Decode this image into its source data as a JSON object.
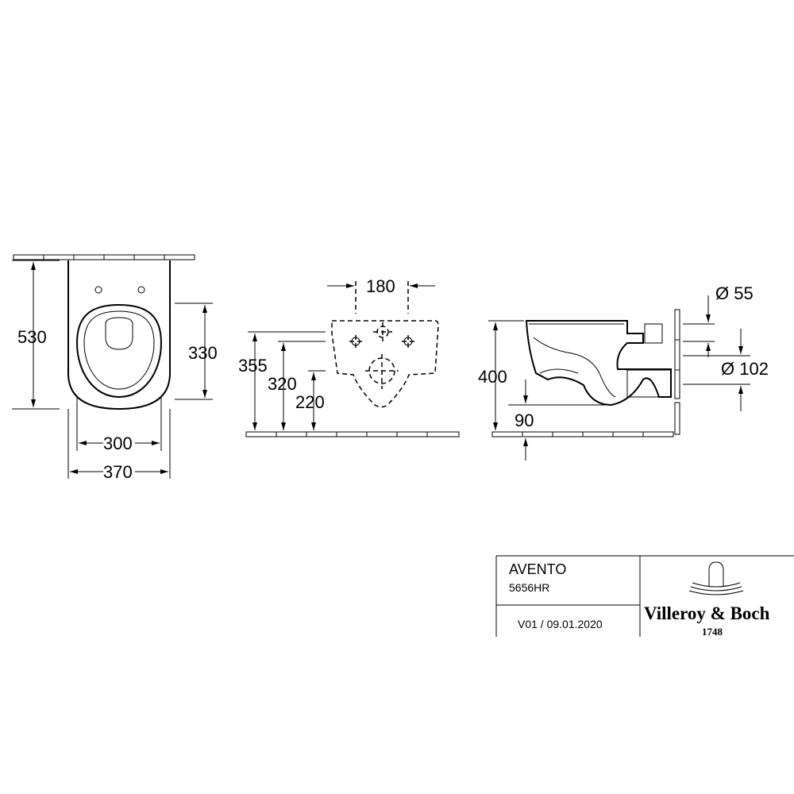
{
  "top_view": {
    "height_total": "530",
    "height_seat": "330",
    "width_inner": "300",
    "width_total": "370"
  },
  "front_view": {
    "fix_spacing": "180",
    "height_upper": "355",
    "height_mid": "320",
    "height_low": "220"
  },
  "side_view": {
    "inlet_diameter": "Ø 55",
    "outlet_diameter": "Ø 102",
    "rim_height": "400",
    "outlet_height": "90"
  },
  "title_block": {
    "product_name": "AVENTO",
    "product_code": "5656HR",
    "version": "V01 / 09.01.2020",
    "brand_name": "Villeroy & Boch",
    "brand_year": "1748"
  }
}
